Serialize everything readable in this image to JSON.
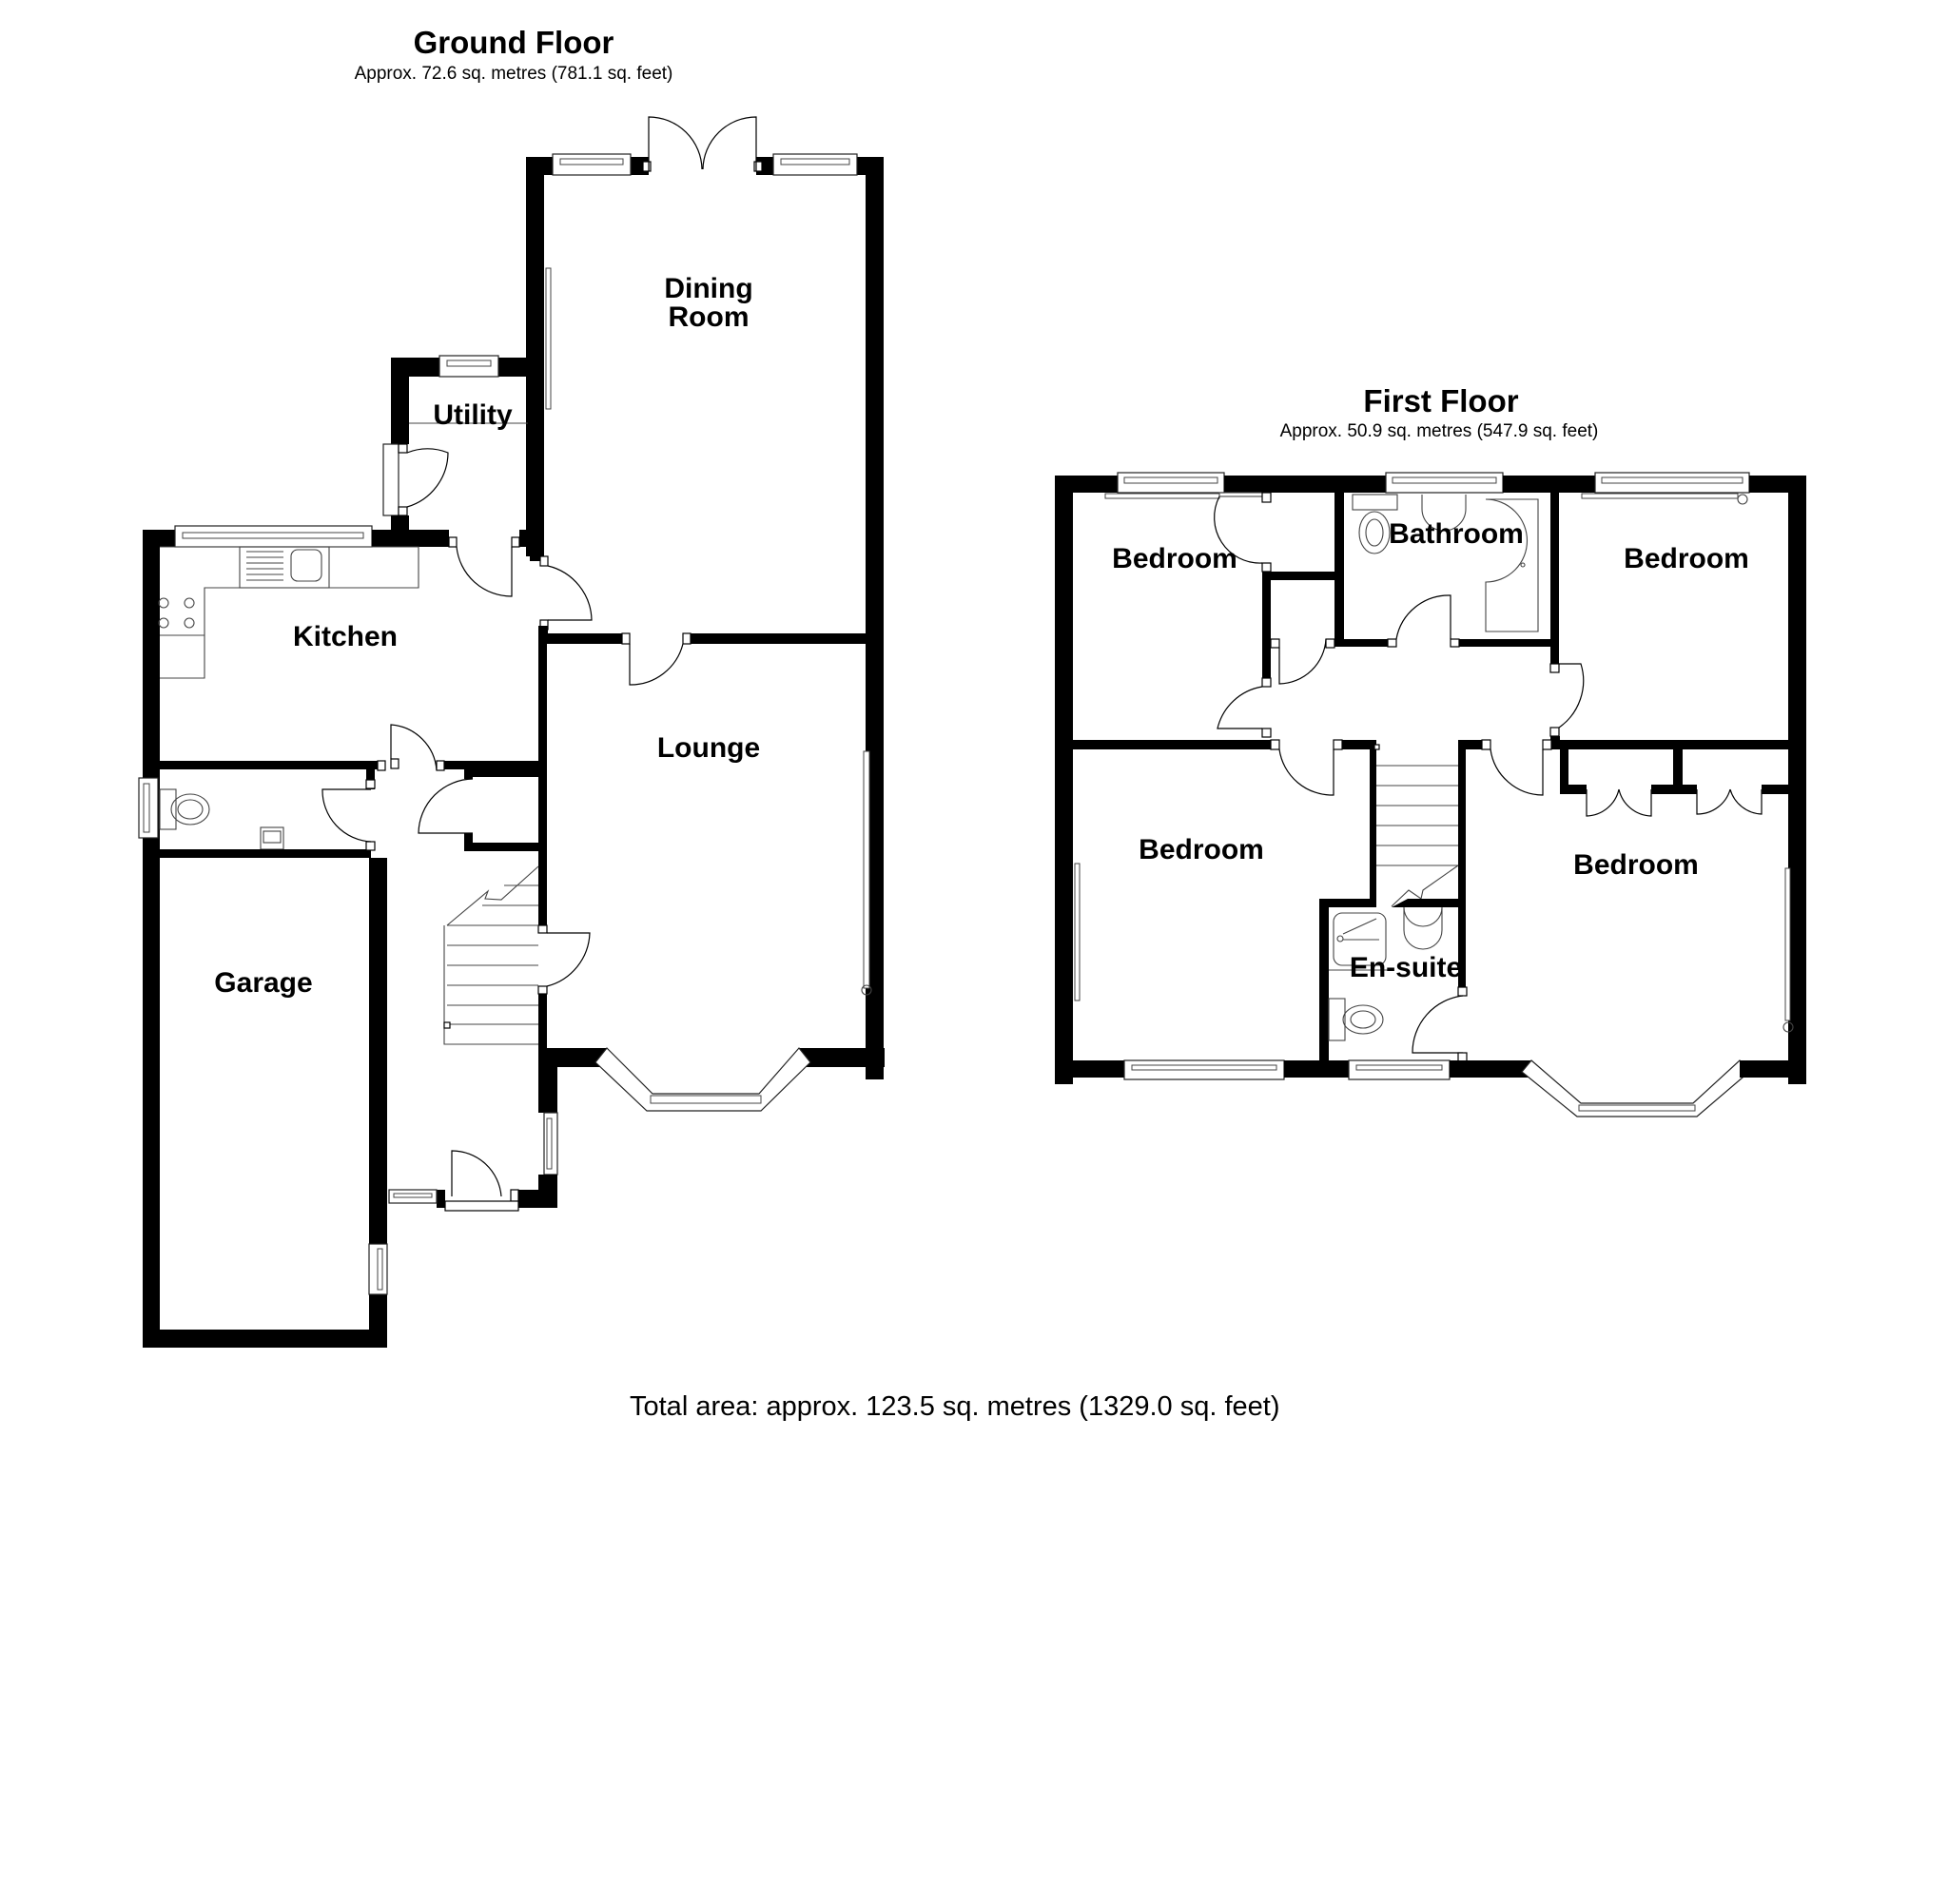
{
  "ground_floor": {
    "title": "Ground Floor",
    "area": "Approx. 72.6 sq. metres (781.1 sq. feet)",
    "rooms": {
      "dining_line1": "Dining",
      "dining_line2": "Room",
      "utility": "Utility",
      "kitchen": "Kitchen",
      "lounge": "Lounge",
      "garage": "Garage"
    }
  },
  "first_floor": {
    "title": "First Floor",
    "area": "Approx. 50.9 sq. metres (547.9 sq. feet)",
    "rooms": {
      "bedroom_top_left": "Bedroom",
      "bathroom": "Bathroom",
      "bedroom_top_right": "Bedroom",
      "bedroom_bottom_left": "Bedroom",
      "bedroom_bottom_right": "Bedroom",
      "ensuite": "En-suite"
    }
  },
  "total_area": "Total area: approx. 123.5 sq. metres (1329.0 sq. feet)",
  "colors": {
    "walls": "#000000",
    "background": "#ffffff"
  }
}
